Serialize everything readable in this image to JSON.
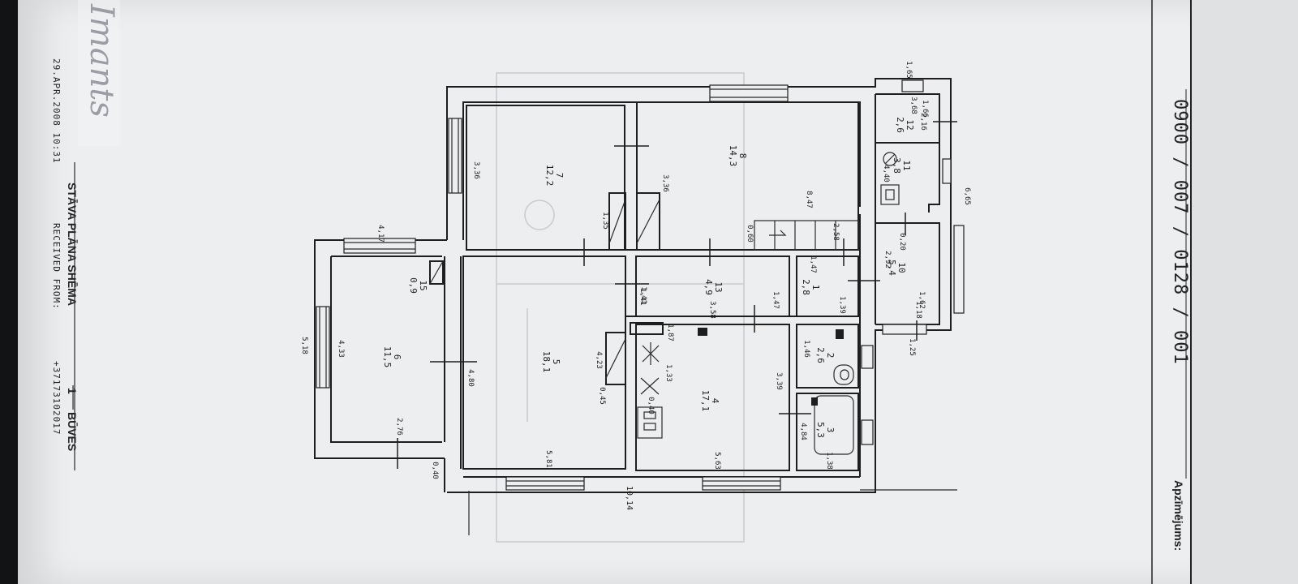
{
  "header": {
    "fax_date": "29.APR.2008 10:31",
    "fax_received": "RECEIVED FROM:",
    "fax_phone": "+37173102017",
    "building": "BŪVES",
    "floor": "1",
    "title": "STĀVA PLĀNA SHĒMA"
  },
  "footer": {
    "label": "Apzīmējums:",
    "code_parts": [
      "0900",
      "007",
      "0128",
      "001"
    ]
  },
  "signature_text": "Imants",
  "plan": {
    "rooms": [
      {
        "no": "1",
        "area": "2,8"
      },
      {
        "no": "2",
        "area": "2,6"
      },
      {
        "no": "3",
        "area": "5,3"
      },
      {
        "no": "4",
        "area": "17,1"
      },
      {
        "no": "5",
        "area": "18,1"
      },
      {
        "no": "6",
        "area": "11,5"
      },
      {
        "no": "7",
        "area": "12,2"
      },
      {
        "no": "8",
        "area": "14,3"
      },
      {
        "no": "10",
        "area": "5,4"
      },
      {
        "no": "11",
        "area": "3,8"
      },
      {
        "no": "12",
        "area": "2,6"
      },
      {
        "no": "13",
        "area": "4,9"
      },
      {
        "no": "15",
        "area": "0,9"
      }
    ],
    "dimensions": [
      "10,14",
      "5,18",
      "4,17",
      "6,65",
      "1,65",
      "3,36",
      "4,80",
      "4,33",
      "3,39",
      "4,84",
      "2,92",
      "1,41",
      "3,58",
      "1,47",
      "4,23",
      "5,81",
      "5,63",
      "1,38",
      "2,16",
      "3,68",
      "3,36",
      "2,76",
      "1,35",
      "8,47",
      "0,40",
      "0,45",
      "0,40",
      "1,33",
      "1,87",
      "1,46",
      "1,66",
      "1,39",
      "1,62",
      "1,47",
      "0,20",
      "1,25",
      "4,40",
      "1,41",
      "1,18",
      "2,58",
      "0,60"
    ]
  }
}
